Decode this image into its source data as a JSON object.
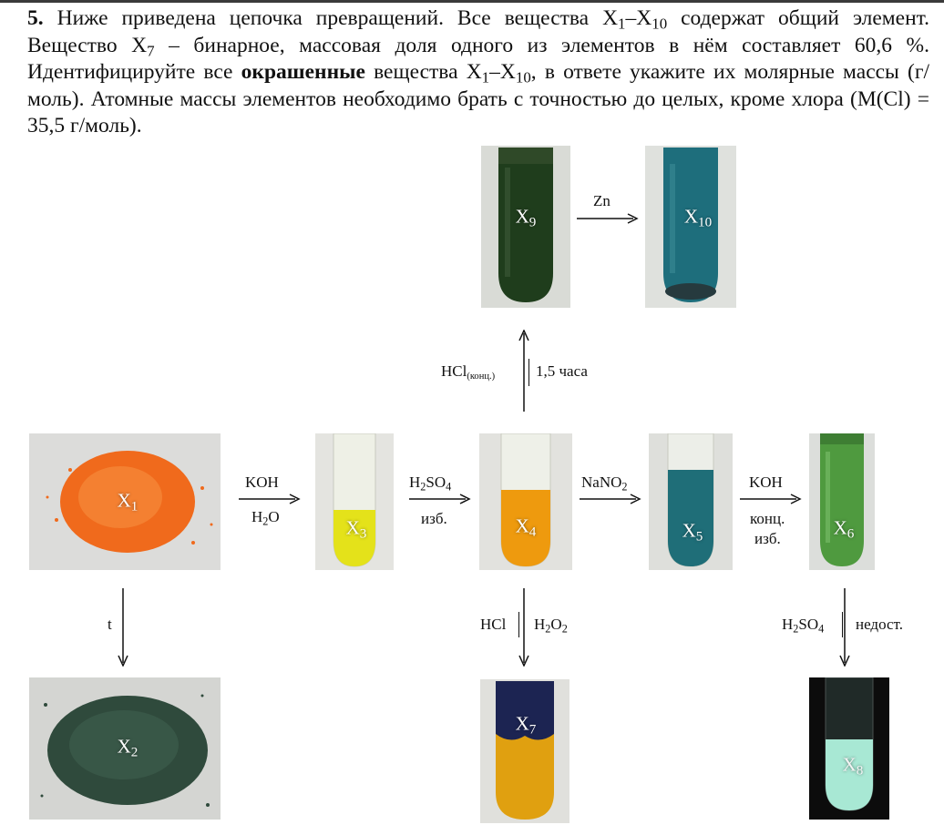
{
  "problem": {
    "number": "5.",
    "intro": "Ниже приведена цепочка превращений. Все вещества X",
    "range_sep": "–X",
    "common": " содержат общий элемент. Вещество X",
    "binary": " – бинарное, массовая доля одного из элементов в нём составляет  60,6 %. Идентифицируйте все ",
    "bold": "окрашенные",
    "tail1": " вещества  X",
    "tail2": ", в ответе укажите их молярные массы (г/моль). Атомные массы элементов необходимо брать с точностью до целых, кроме хлора (M(Cl) = 35,5 г/моль).",
    "sub1": "1",
    "sub10": "10",
    "sub7": "7"
  },
  "substances": {
    "x1": {
      "letter": "X",
      "index": "1",
      "color": "#f06a1c"
    },
    "x2": {
      "letter": "X",
      "index": "2",
      "color": "#2f4a3c"
    },
    "x3": {
      "letter": "X",
      "index": "3",
      "color": "#e4e21a"
    },
    "x4": {
      "letter": "X",
      "index": "4",
      "color": "#ee9a0e"
    },
    "x5": {
      "letter": "X",
      "index": "5",
      "color": "#1f6e78"
    },
    "x6": {
      "letter": "X",
      "index": "6",
      "color": "#4f9a3f"
    },
    "x7": {
      "letter": "X",
      "index": "7",
      "color_top": "#1c2452",
      "color_bottom": "#e0a010"
    },
    "x8": {
      "letter": "X",
      "index": "8",
      "color": "#a8e8d4"
    },
    "x9": {
      "letter": "X",
      "index": "9",
      "color": "#1f3d1c"
    },
    "x10": {
      "letter": "X",
      "index": "10",
      "color": "#1e6e7c"
    }
  },
  "reactions": {
    "koh_h2o": {
      "top": "KOH",
      "bottom_main": "H",
      "bottom_sub": "2",
      "bottom_end": "O"
    },
    "h2so4_izb": {
      "top_main": "H",
      "top_sub1": "2",
      "top_mid": "SO",
      "top_sub2": "4",
      "bottom": "изб."
    },
    "nano2": {
      "top_main": "NaNO",
      "top_sub": "2"
    },
    "koh_konc": {
      "top": "KOH",
      "bottom1": "конц.",
      "bottom2": "изб."
    },
    "hcl_konc": {
      "left_main": "HCl",
      "left_sub": "(конц.)",
      "right": "1,5 часа"
    },
    "zn": {
      "top": "Zn"
    },
    "heat": {
      "label": "t"
    },
    "hcl_h2o2": {
      "left": "HCl",
      "right_main": "H",
      "right_sub1": "2",
      "right_mid": "O",
      "right_sub2": "2"
    },
    "h2so4_nedost": {
      "left_main": "H",
      "left_sub1": "2",
      "left_mid": "SO",
      "left_sub2": "4",
      "right": "недост."
    }
  }
}
